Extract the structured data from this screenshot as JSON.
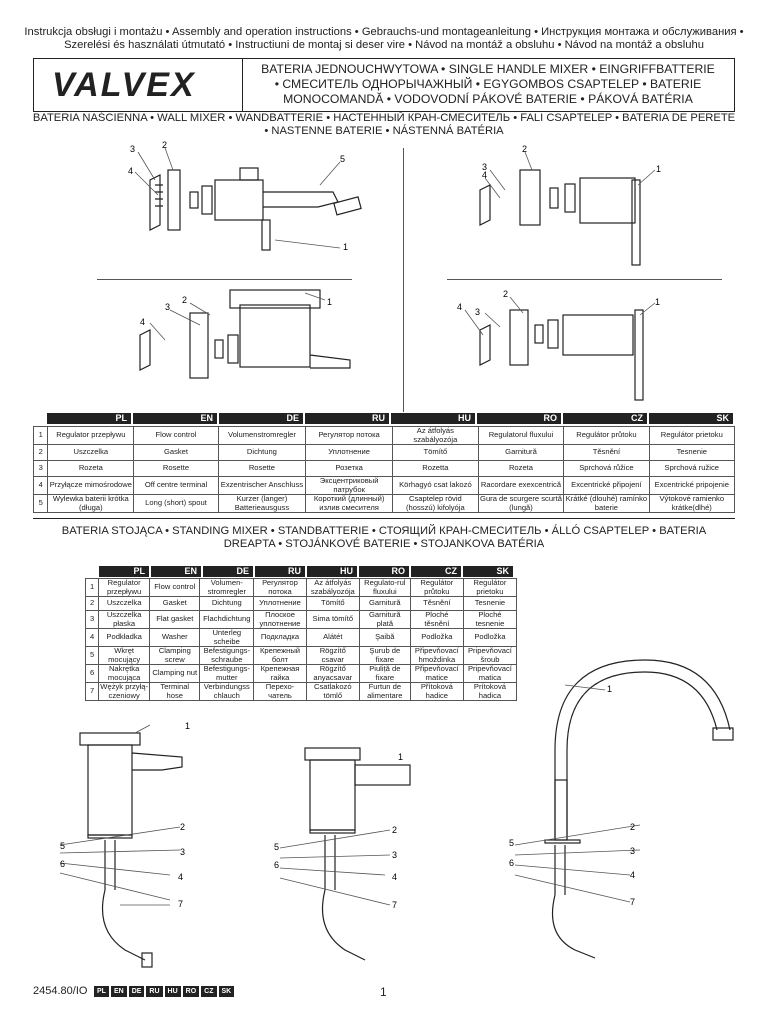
{
  "top_lines": [
    "Instrukcja obsługi i montażu • Assembly and operation instructions • Gebrauchs-und montageanleitung • Инструкция монтажа и обслуживания •",
    "Szerelési és használati útmutató • Instructiuni de montaj si deser vire • Návod na montáž a obsluhu • Návod na montáž a obsluhu"
  ],
  "brand": "VALVEX",
  "title_lines": [
    "BATERIA JEDNOUCHWYTOWA • SINGLE HANDLE MIXER • EINGRIFFBATTERIE",
    "• СМЕСИТЕЛЬ ОДНОРЫЧАЖНЫЙ • EGYGOMBOS CSAPTELEP • BATERIE",
    "MONOCOMANDĂ • VODOVODNÍ PÁKOVÉ BATERIE • PÁKOVÁ BATÉRIA"
  ],
  "wall_heading": [
    "BATERIA NAŚCIENNA • WALL MIXER • WANDBATTERIE • НАСТЕННЫЙ КРАН-СМЕСИТЕЛЬ • FALI CSAPTELEP • BATERIA DE PERETE",
    "• NASTENNE BATERIE • NÁSTENNÁ BATÉRIA"
  ],
  "langs": [
    "PL",
    "EN",
    "DE",
    "RU",
    "HU",
    "RO",
    "CZ",
    "SK"
  ],
  "wall_rows": [
    {
      "n": "1",
      "cells": [
        "Regulator przepływu",
        "Flow control",
        "Volumenstromregler",
        "Регулятор потока",
        "Az átfolyás szabályozója",
        "Regulatorul fluxului",
        "Regulátor průtoku",
        "Regulátor prietoku"
      ]
    },
    {
      "n": "2",
      "cells": [
        "Uszczelka",
        "Gasket",
        "Dichtung",
        "Уплотнение",
        "Tömítő",
        "Garnitură",
        "Těsnění",
        "Tesnenie"
      ]
    },
    {
      "n": "3",
      "cells": [
        "Rozeta",
        "Rosette",
        "Rosette",
        "Розетка",
        "Rozetta",
        "Rozeta",
        "Sprchová růžice",
        "Sprchová ružice"
      ]
    },
    {
      "n": "4",
      "cells": [
        "Przyłącze mimośrodowe",
        "Off centre terminal",
        "Exzentrischer Anschluss",
        "Эксцентриковый патрубок",
        "Körhagyó csat lakozó",
        "Racordare exexcentrică",
        "Excentrické připojení",
        "Excentrické pripojenie"
      ]
    },
    {
      "n": "5",
      "cells": [
        "Wylewka baterii krótka (długa)",
        "Long (short) spout",
        "Kurzer (langer) Batterieausguss",
        "Короткий (длинный) излив смесителя",
        "Csaptelep rövid (hosszú) kifolyója",
        "Gura de scurgere scurtă (lungă)",
        "Krátké (dlouhé) ramínko baterie",
        "Výtokové ramienko krátke(dlhé)"
      ]
    }
  ],
  "standing_heading": [
    "BATERIA STOJĄCA • STANDING MIXER • STANDBATTERIE • СТОЯЩИЙ КРАН-СМЕСИТЕЛЬ • ÁLLÓ CSAPTELEP • BATERIA",
    "DREAPTA • STOJÁNKOVÉ BATERIE • STOJANKOVA BATÉRIA"
  ],
  "standing_rows": [
    {
      "n": "1",
      "cells": [
        "Regulator przepływu",
        "Flow control",
        "Volumen-stromregler",
        "Регулятор потока",
        "Az átfolyás szabályozója",
        "Regulato-rul fluxului",
        "Regulátor průtoku",
        "Regulátor prietoku"
      ]
    },
    {
      "n": "2",
      "cells": [
        "Uszczelka",
        "Gasket",
        "Dichtung",
        "Уплотнение",
        "Tömítő",
        "Garnitură",
        "Těsnění",
        "Tesnenie"
      ]
    },
    {
      "n": "3",
      "cells": [
        "Uszczelka płaska",
        "Flat gasket",
        "Flachdichtung",
        "Плоское уплотнение",
        "Sima tömítő",
        "Garnitură plată",
        "Ploché těsnění",
        "Ploché tesnenie"
      ]
    },
    {
      "n": "4",
      "cells": [
        "Podkładka",
        "Washer",
        "Unterleg scheibe",
        "Подкладка",
        "Alátét",
        "Şaibă",
        "Podložka",
        "Podložka"
      ]
    },
    {
      "n": "5",
      "cells": [
        "Wkręt mocujący",
        "Clamping screw",
        "Befestigungs-schraube",
        "Крепежный болт",
        "Rögzítő csavar",
        "Şurub de fixare",
        "Připevňovací hmoždinka",
        "Pripevňovací šroub"
      ]
    },
    {
      "n": "6",
      "cells": [
        "Nakrętka mocująca",
        "Clamping nut",
        "Befestigungs-mutter",
        "Крепежная гайка",
        "Rögzítő anyacsavar",
        "Piuliță de fixare",
        "Připevňovací matice",
        "Pripevňovací matica"
      ]
    },
    {
      "n": "7",
      "cells": [
        "Wężyk przyłą-czeniowy",
        "Terminal hose",
        "Verbindungss chlauch",
        "Перехо-чатель",
        "Csatlakozó tömlő",
        "Furtun de alimentare",
        "Přítoková hadice",
        "Prítoková hadica"
      ]
    }
  ],
  "callouts": [
    "1",
    "2",
    "3",
    "4",
    "5",
    "6",
    "7"
  ],
  "footer": {
    "code": "2454.80/IO",
    "chips": [
      "PL",
      "EN",
      "DE",
      "RU",
      "HU",
      "RO",
      "CZ",
      "SK"
    ],
    "page": "1"
  }
}
